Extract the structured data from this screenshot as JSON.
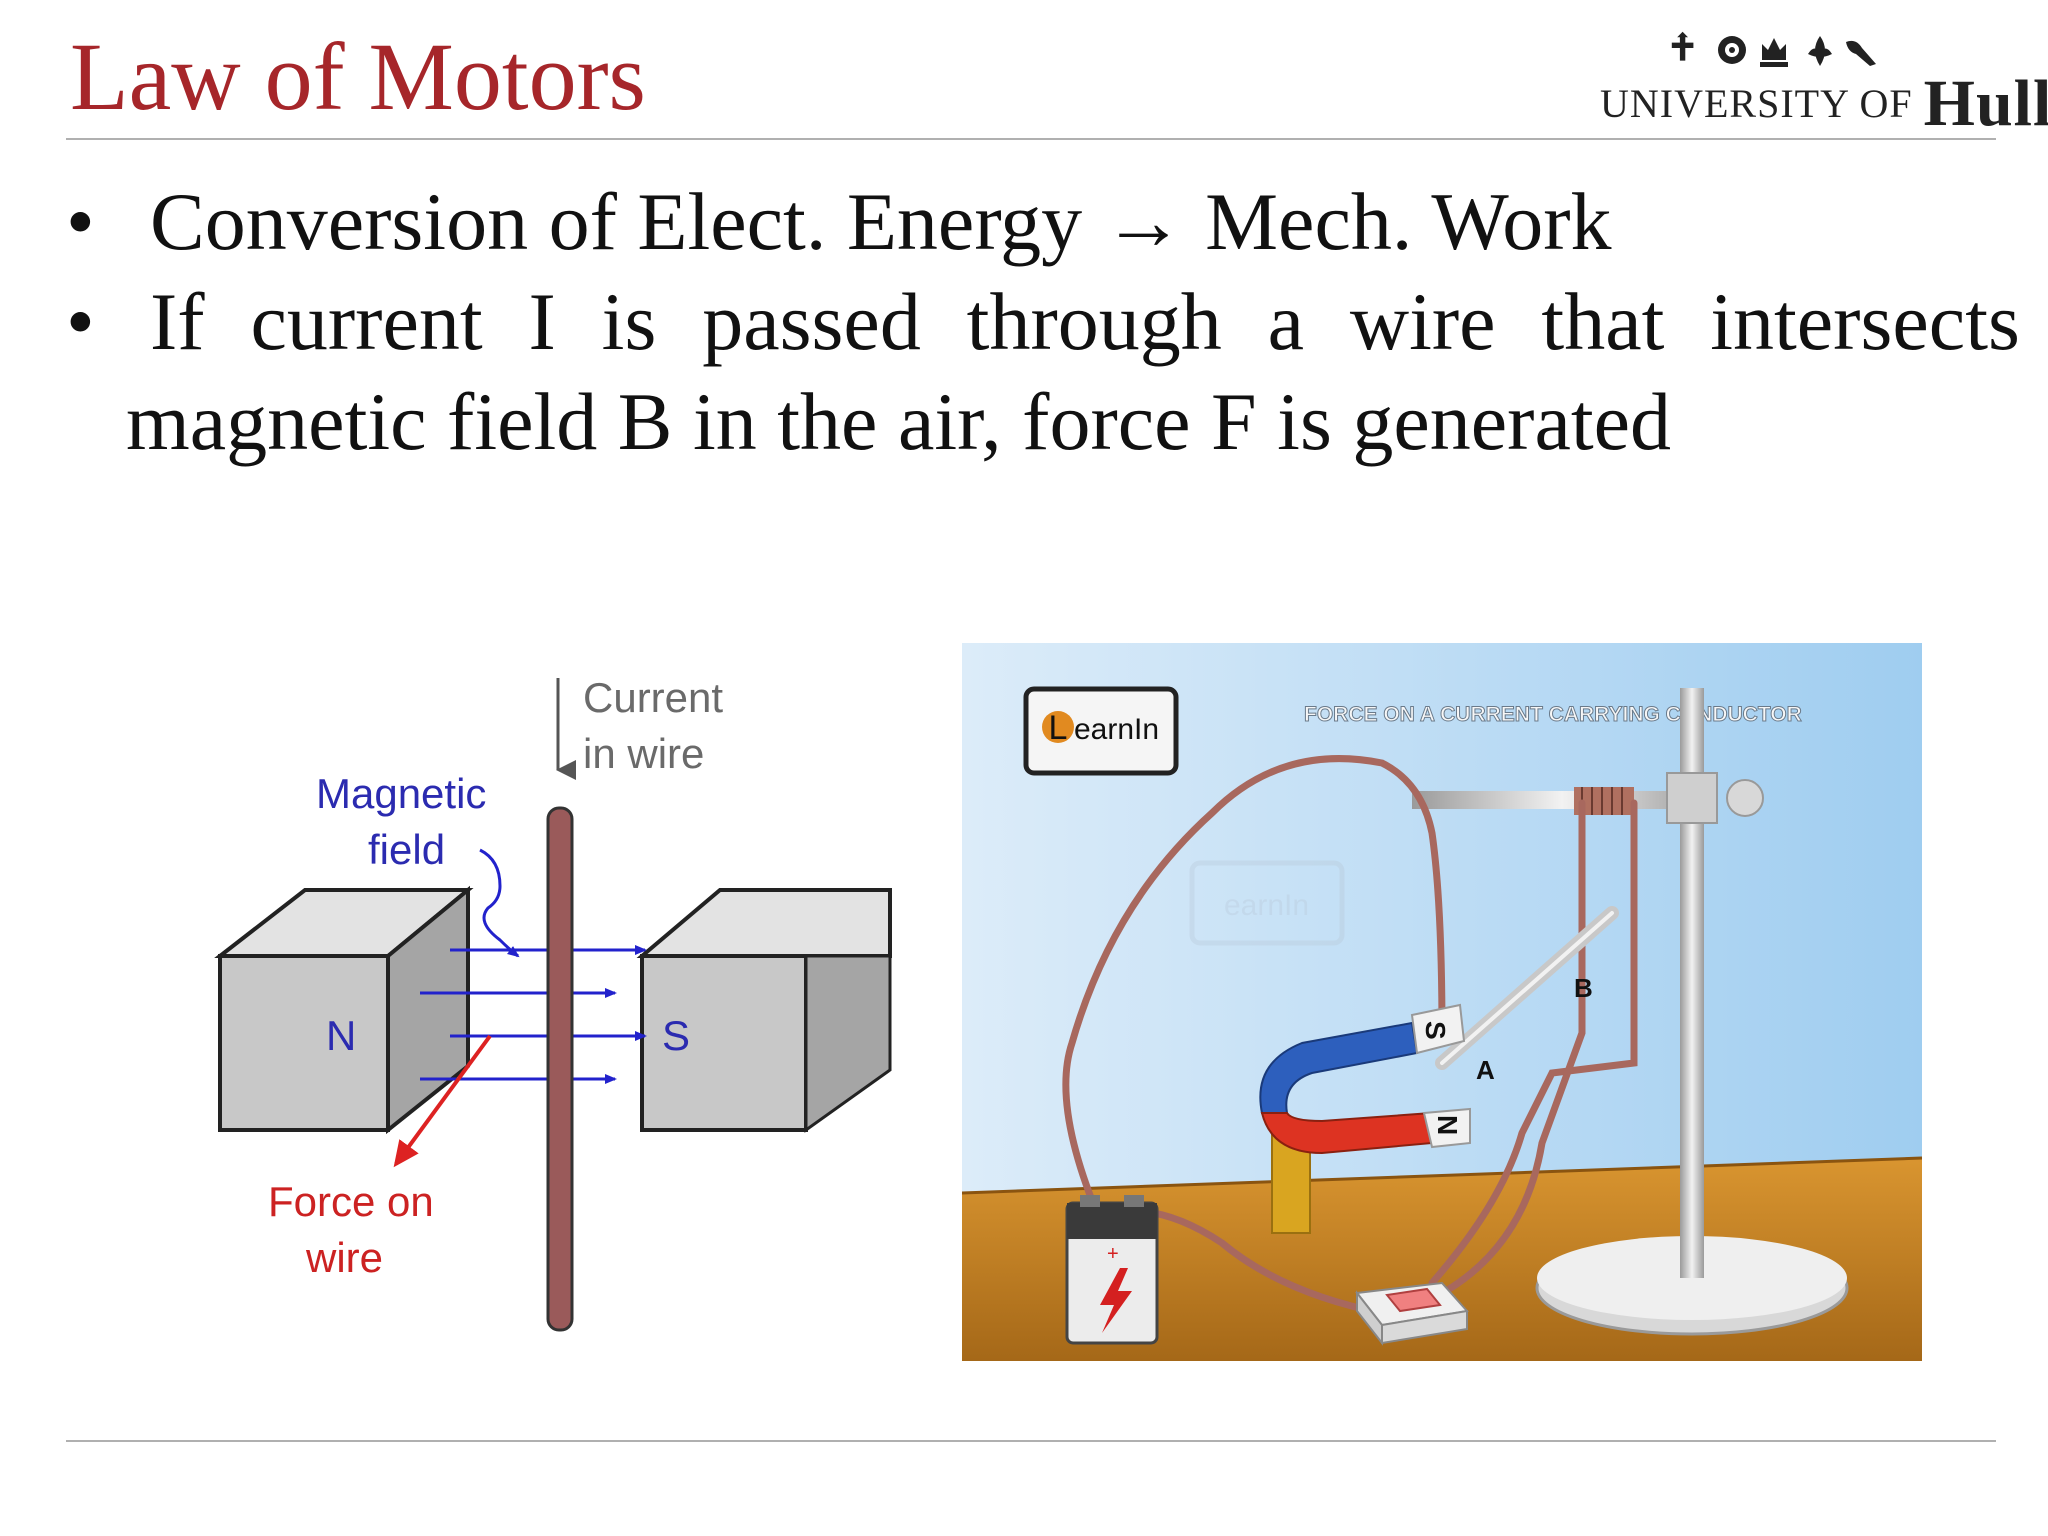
{
  "slide": {
    "title": "Law of Motors",
    "logo": {
      "university_text": "UNIVERSITY OF",
      "university_name": "Hull",
      "icon": "university-crests-icon"
    },
    "bullets": [
      {
        "text": "Conversion of Elect. Energy → Mech. Work"
      },
      {
        "line1_words": [
          "If",
          "current",
          "I",
          "is",
          "passed",
          "through",
          "a",
          "wire",
          "that",
          "intersects"
        ],
        "line2": "magnetic field B in the air, force F is generated"
      }
    ],
    "colors": {
      "title": "#a6262a",
      "field_arrows": "#2222cc",
      "force_arrow": "#dd2222",
      "magnetic_label": "#2b2bb0",
      "force_label": "#cc2222",
      "wire": "#9a5a5a"
    }
  },
  "diagram_left": {
    "current_label_1": "Current",
    "current_label_2": "in wire",
    "field_label_1": "Magnetic",
    "field_label_2": "field",
    "north_label": "N",
    "south_label": "S",
    "force_label_1": "Force on",
    "force_label_2": "wire"
  },
  "diagram_right": {
    "logo_text": "earnIn",
    "watermark_text": "earnIn",
    "heading": "FORCE ON A CURRENT CARRYING CONDUCTOR",
    "magnet_s": "S",
    "magnet_n": "N",
    "point_a": "A",
    "point_b": "B",
    "battery_plus": "+"
  }
}
